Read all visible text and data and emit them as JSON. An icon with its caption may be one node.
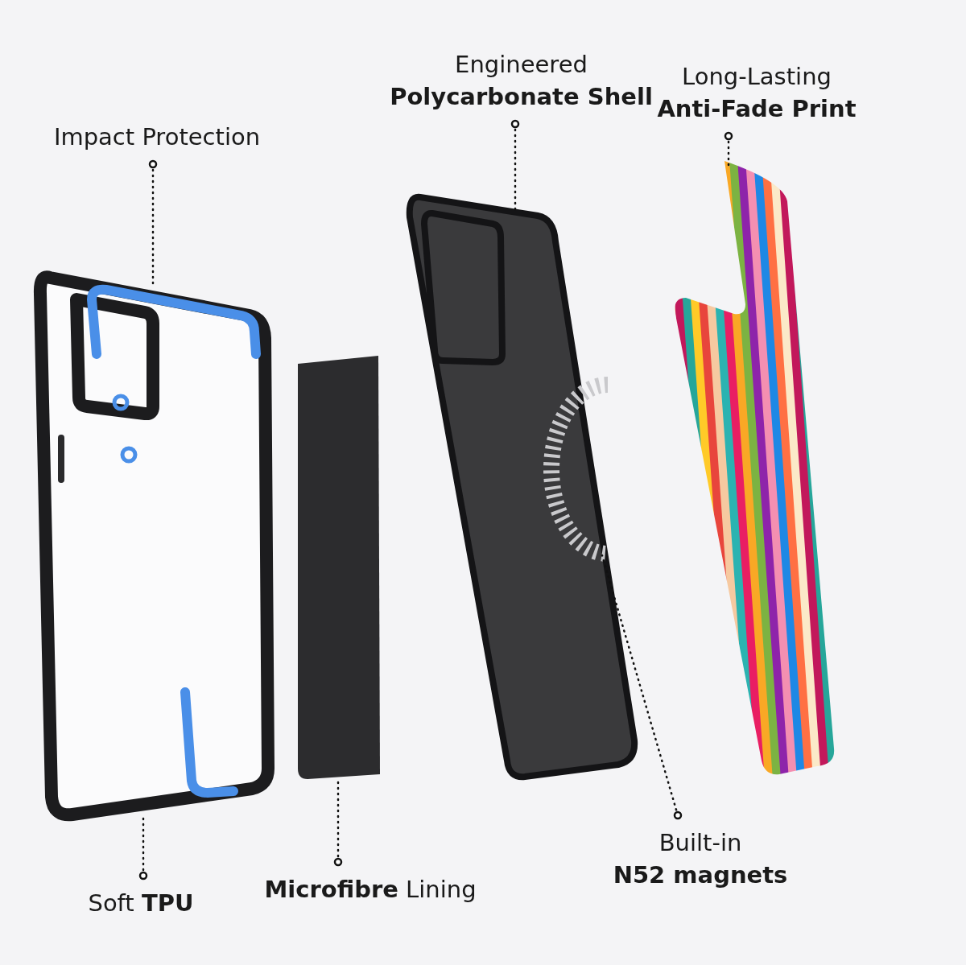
{
  "diagram": {
    "nodes": [
      {
        "text": [
          "Impact Protection"
        ]
      },
      {
        "text": [
          "Engineered **Polycarbonate Shell**"
        ]
      },
      {
        "text": [
          "Long-Lasting **Anti-Fade Print**"
        ]
      },
      {
        "text": [
          "Soft **TPU**"
        ]
      },
      {
        "text": [
          "**Microfibre** Lining"
        ]
      },
      {
        "text": [
          "Built-in **N52 magnets**"
        ]
      },
      {
        "text": [],
        "shape": "picture"
      },
      {
        "text": [],
        "shape": "picture",
        "in": 6
      },
      {
        "text": [],
        "shape": "picture"
      },
      {
        "text": [],
        "shape": "picture"
      },
      {
        "text": [],
        "shape": "picture",
        "in": 9
      },
      {
        "text": [],
        "shape": "picture"
      }
    ],
    "edges": [
      {
        "from": 0,
        "to": 7,
        "arrow": "other",
        "style": "dashed"
      },
      {
        "from": 1,
        "to": 9,
        "arrow": "other",
        "style": "dashed"
      },
      {
        "from": 2,
        "to": 11,
        "arrow": "other",
        "style": "dashed"
      },
      {
        "from": 3,
        "to": 6,
        "arrow": "other",
        "style": "dashed"
      },
      {
        "from": 4,
        "to": 8,
        "arrow": "other",
        "style": "dashed"
      },
      {
        "from": 5,
        "to": 10,
        "arrow": "other",
        "style": "dashed"
      }
    ]
  }
}
